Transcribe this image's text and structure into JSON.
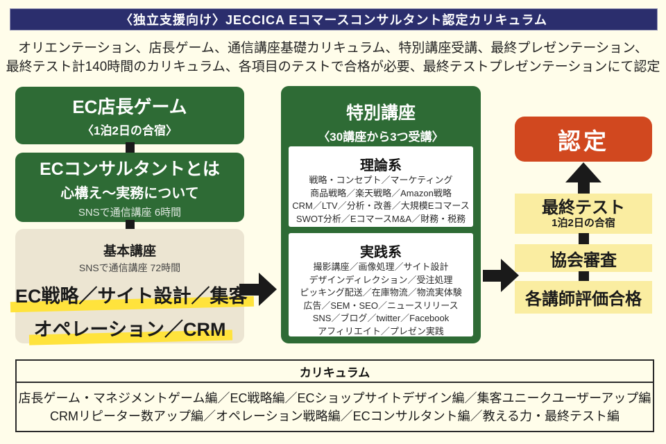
{
  "header": {
    "title": "〈独立支援向け〉JECCICA Eコマースコンサルタント認定カリキュラム"
  },
  "intro": {
    "line1": "オリエンテーション、店長ゲーム、通信講座基礎カリキュラム、特別講座受講、最終プレゼンテーション、",
    "line2": "最終テスト計140時間のカリキュラム、各項目のテストで合格が必要、最終テストプレゼンテーションにて認定"
  },
  "left": {
    "game_box": {
      "title": "EC店長ゲーム",
      "subtitle": "〈1泊2日の合宿〉"
    },
    "consultant_box": {
      "title": "ECコンサルタントとは",
      "subtitle": "心構え〜実務について",
      "note": "SNSで通信講座 6時間"
    },
    "basic_box": {
      "title": "基本講座",
      "note": "SNSで通信講座 72時間",
      "line1": "EC戦略／サイト設計／集客",
      "line2": "オペレーション／CRM"
    }
  },
  "special": {
    "title": "特別講座",
    "subtitle": "〈30講座から3つ受講〉",
    "theory": {
      "title": "理論系",
      "lines": [
        "戦略・コンセプト／マーケティング",
        "商品戦略／楽天戦略／Amazon戦略",
        "CRM／LTV／分析・改善／大規模Eコマース",
        "SWOT分析／EコマースM&A／財務・税務"
      ]
    },
    "practice": {
      "title": "実践系",
      "lines": [
        "撮影講座／画像処理／サイト設計",
        "デザインディレクション／受注処理",
        "ピッキング配送／在庫物流／物流実体験",
        "広告／SEM・SEO／ニュースリリース",
        "SNS／ブログ／twitter／Facebook",
        "アフィリエイト／プレゼン実践"
      ]
    }
  },
  "right": {
    "certified": "認定",
    "final_test": {
      "title": "最終テスト",
      "subtitle": "1泊2日の合宿"
    },
    "review": "協会審査",
    "pass": "各講師評価合格"
  },
  "curriculum": {
    "title": "カリキュラム",
    "line1": "店長ゲーム・マネジメントゲーム編／EC戦略編／ECショップサイトデザイン編／集客ユニークユーザーアップ編",
    "line2": "CRMリピーター数アップ編／オペレーション戦略編／ECコンサルタント編／教える力・最終テスト編"
  },
  "colors": {
    "background": "#fffdea",
    "banner_navy": "#2b2e6d",
    "box_green": "#2e6b35",
    "box_beige": "#ece5d2",
    "highlight_yellow": "#ffe33c",
    "box_pale_yellow": "#faeda1",
    "certified_red": "#d1481f",
    "arrow_black": "#1a1a1a"
  }
}
